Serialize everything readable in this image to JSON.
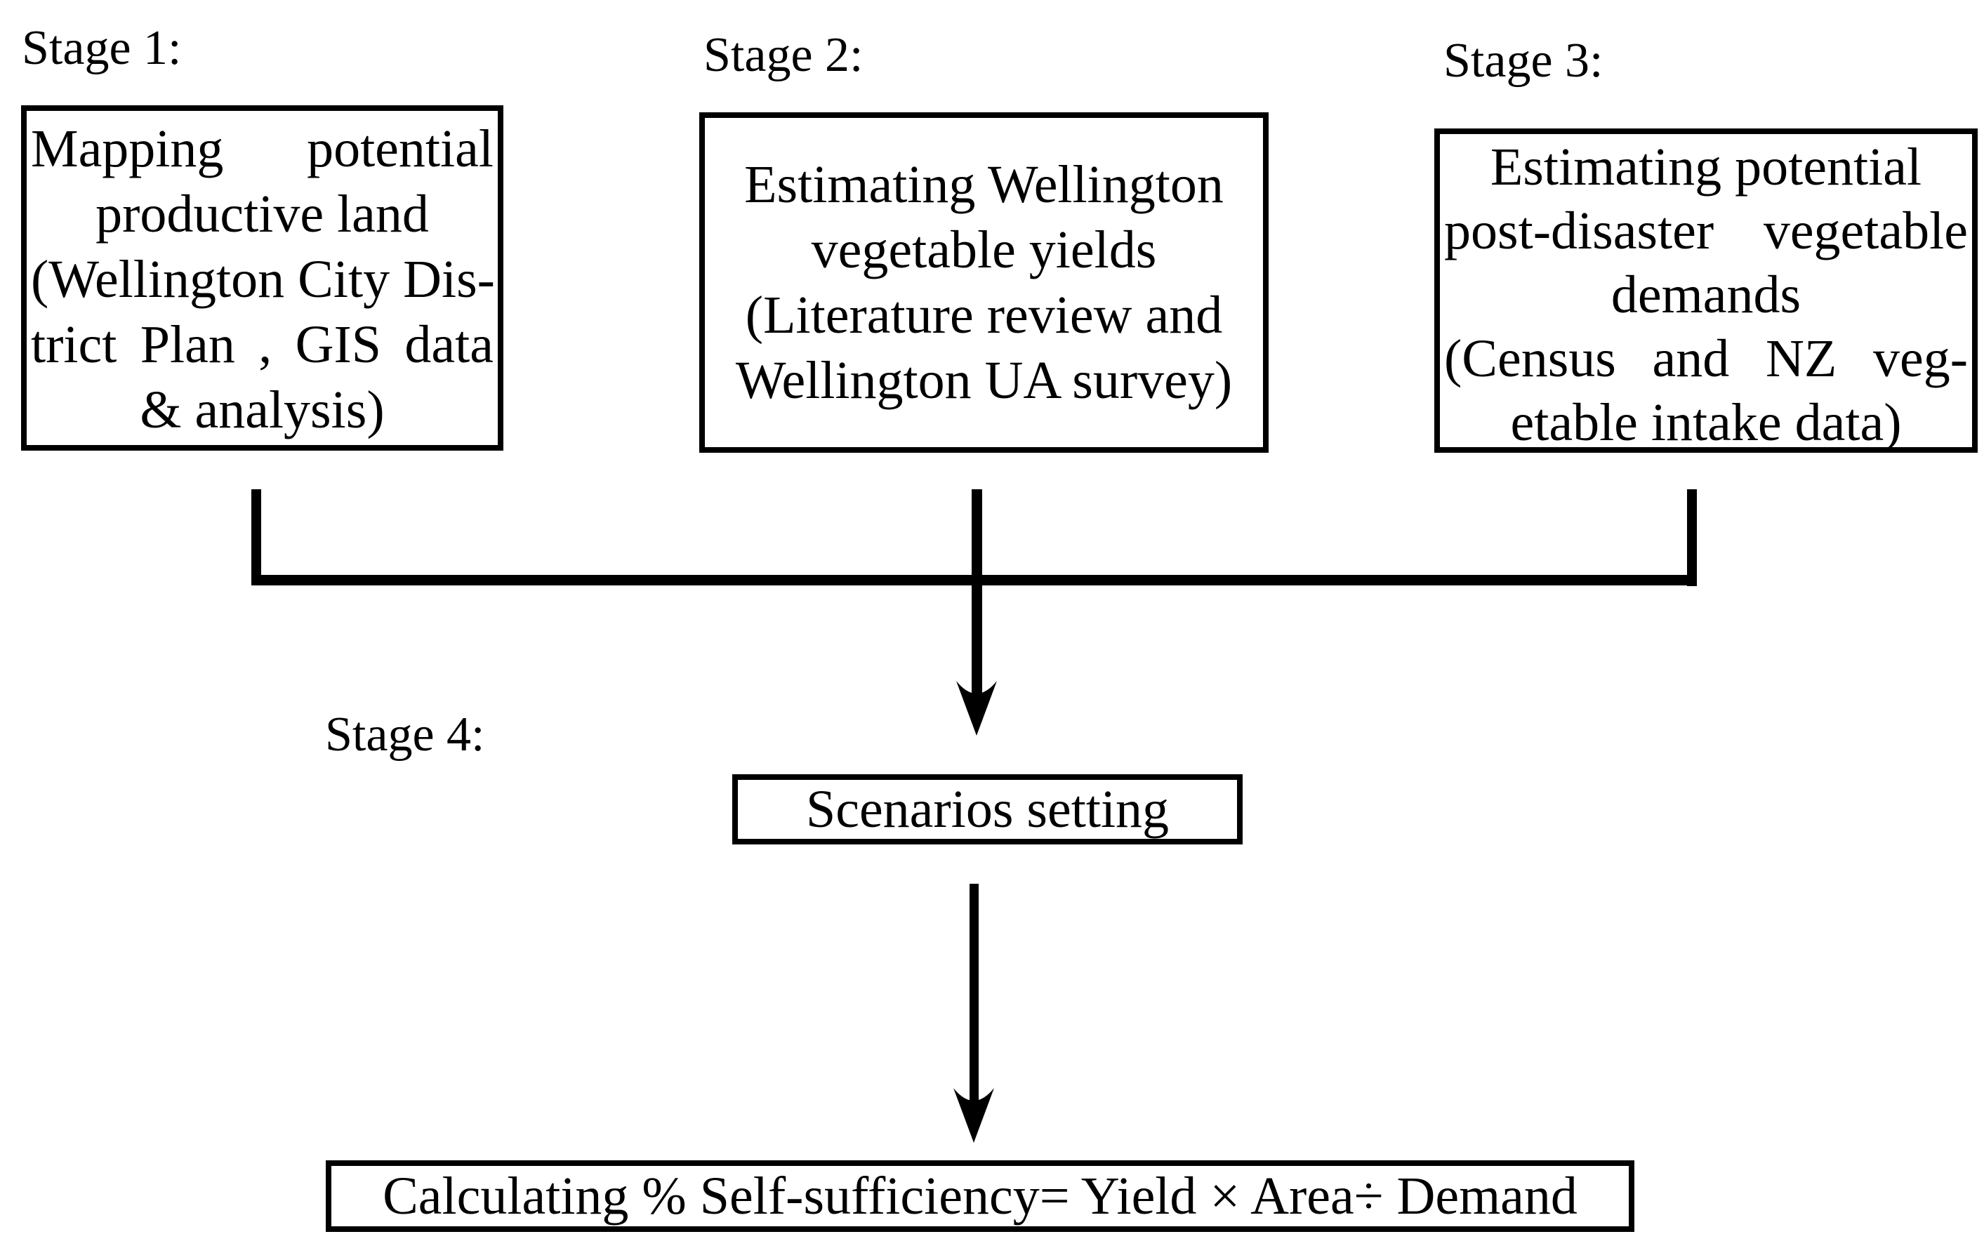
{
  "labels": {
    "stage1": "Stage 1:",
    "stage2": "Stage 2:",
    "stage3": "Stage 3:",
    "stage4": "Stage 4:"
  },
  "boxes": {
    "stage1": {
      "lines": [
        "Mapping potential",
        "productive land",
        "(Wellington City Dis-",
        "trict Plan , GIS data",
        "& analysis)"
      ]
    },
    "stage2": {
      "lines": [
        "Estimating Wellington",
        "vegetable yields",
        "(Literature review and",
        "Wellington UA survey)"
      ]
    },
    "stage3": {
      "lines": [
        "Estimating potential",
        "post-disaster vegetable",
        "demands",
        "(Census and NZ veg-",
        "etable intake data)"
      ]
    },
    "scenarios": {
      "label": "Scenarios setting"
    },
    "result": {
      "label": "Calculating % Self-sufficiency=  Yield × Area÷ Demand"
    }
  },
  "colors": {
    "ink": "#000000",
    "background": "#ffffff"
  }
}
